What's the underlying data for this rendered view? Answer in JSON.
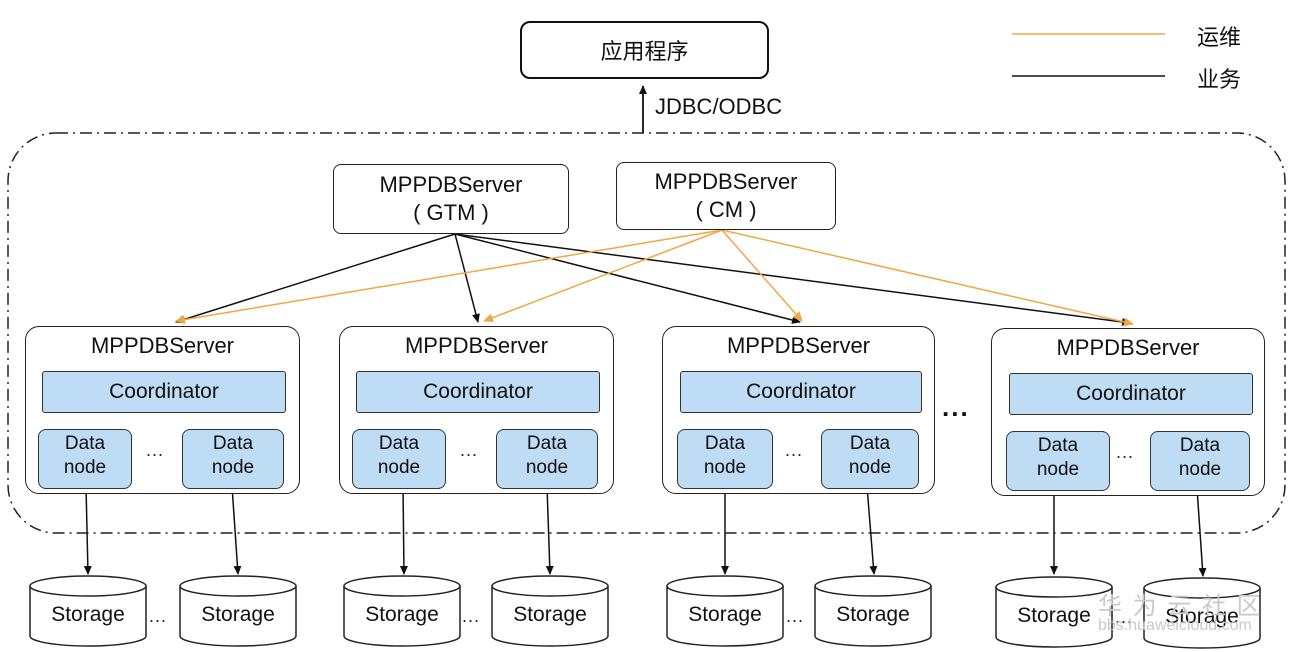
{
  "app": {
    "label": "应用程序"
  },
  "interface_label": "JDBC/ODBC",
  "gtm_server": {
    "name": "MPPDBServer",
    "role": "( GTM )"
  },
  "cm_server": {
    "name": "MPPDBServer",
    "role": "( CM )"
  },
  "legend": {
    "ops": {
      "label": "运维",
      "color": "#f0a742"
    },
    "business": {
      "label": "业务",
      "color": "#111111"
    }
  },
  "servers": [
    {
      "title": "MPPDBServer",
      "coordinator": "Coordinator",
      "datanodes": [
        "Data\nnode",
        "Data\nnode"
      ],
      "dots": "...",
      "storage": [
        "Storage",
        "Storage"
      ]
    },
    {
      "title": "MPPDBServer",
      "coordinator": "Coordinator",
      "datanodes": [
        "Data\nnode",
        "Data\nnode"
      ],
      "dots": "...",
      "storage": [
        "Storage",
        "Storage"
      ]
    },
    {
      "title": "MPPDBServer",
      "coordinator": "Coordinator",
      "datanodes": [
        "Data\nnode",
        "Data\nnode"
      ],
      "dots": "...",
      "storage": [
        "Storage",
        "Storage"
      ]
    },
    {
      "title": "MPPDBServer",
      "coordinator": "Coordinator",
      "datanodes": [
        "Data\nnode",
        "Data\nnode"
      ],
      "dots": "...",
      "storage": [
        "Storage",
        "Storage"
      ]
    }
  ],
  "between_servers_dots": "...",
  "storage_dots": "...",
  "watermark": {
    "line1": "华 为 云 社 区",
    "line2": "bbs.huaweicloud.com"
  },
  "colors": {
    "node_fill": "#bfdcf5",
    "ops_line": "#f0a742",
    "business_line": "#111111"
  }
}
